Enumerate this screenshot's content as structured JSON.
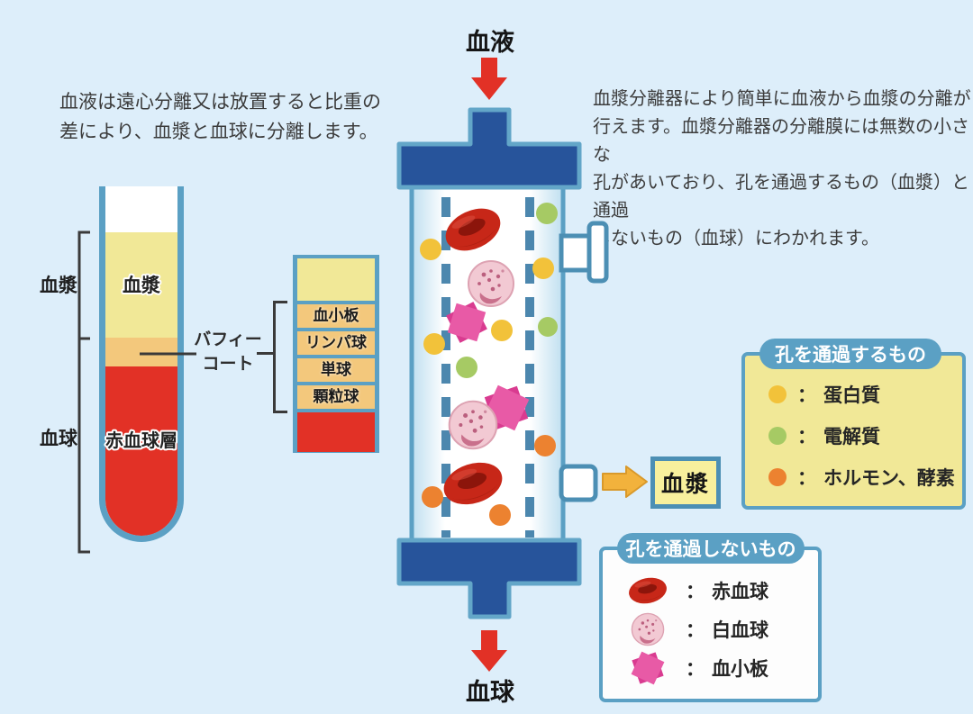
{
  "notes": {
    "left": "血液は遠心分離又は放置すると比重の\n差により、血漿と血球に分離します。",
    "right": "血漿分離器により簡単に血液から血漿の分離が\n行えます。血漿分離器の分離膜には無数の小さな\n孔があいており、孔を通過するもの（血漿）と通過\nしないもの（血球）にわかれます。"
  },
  "tube": {
    "bracket_plasma_label": "血漿",
    "bracket_cells_label": "血球",
    "plasma_layer_label": "血漿",
    "rbc_layer_label": "赤血球層",
    "buffy_coat_label": "バフィー\nコート"
  },
  "stack": {
    "rows": [
      "血小板",
      "リンパ球",
      "単球",
      "顆粒球"
    ]
  },
  "separator": {
    "inlet_label": "血液",
    "bottom_outlet_label": "血球",
    "side_outlet_label": "血漿"
  },
  "punct": {
    "colon": "："
  },
  "legend_pass": {
    "title": "孔を通過するもの",
    "items": [
      {
        "icon": "protein-dot",
        "color": "#f2c23a",
        "label": "蛋白質"
      },
      {
        "icon": "electrolyte-dot",
        "color": "#a6ca64",
        "label": "電解質"
      },
      {
        "icon": "hormone-enzyme-dot",
        "color": "#ec8230",
        "label": "ホルモン、酵素"
      }
    ]
  },
  "legend_block": {
    "title": "孔を通過しないもの",
    "items": [
      {
        "icon": "red-blood-cell",
        "label": "赤血球"
      },
      {
        "icon": "white-blood-cell",
        "label": "白血球"
      },
      {
        "icon": "platelet",
        "label": "血小板"
      }
    ]
  },
  "colors": {
    "background": "#ddeefa",
    "device_cap_navy": "#27549b",
    "device_outline_blue": "#5ba0c4",
    "plasma_yellow": "#f1e897",
    "buffy_tan": "#f3c87c",
    "blood_red": "#e23126",
    "arrow_red": "#e23126",
    "arrow_yellow": "#f2b23c",
    "protein_dot": "#f2c23a",
    "electrolyte_dot": "#a6ca64",
    "hormone_enzyme_dot": "#ec8230",
    "platelet_pink": "#e85aa6",
    "wbc_pink": "#f2c9d3",
    "legend_header_blue": "#5ba0c4"
  }
}
